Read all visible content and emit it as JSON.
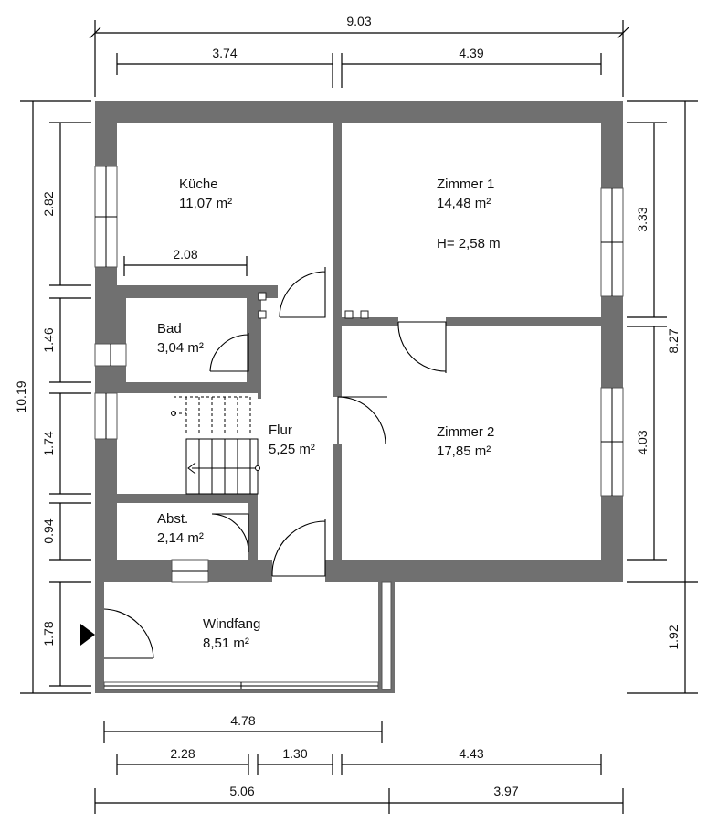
{
  "dimensions": {
    "top_total": "9.03",
    "top_left": "3.74",
    "top_right": "4.39",
    "left_total": "10.19",
    "left_1": "2.82",
    "left_2": "1.46",
    "left_3": "1.74",
    "left_4": "0.94",
    "left_5": "1.78",
    "right_total": "8.27",
    "right_1": "3.33",
    "right_2": "4.03",
    "right_3": "1.92",
    "bottom_1": "4.78",
    "bottom_2a": "2.28",
    "bottom_2b": "1.30",
    "bottom_2c": "4.43",
    "bottom_3a": "5.06",
    "bottom_3b": "3.97",
    "kitchen_inner": "2.08"
  },
  "rooms": {
    "kueche": {
      "name": "Küche",
      "area": "11,07 m²"
    },
    "zimmer1": {
      "name": "Zimmer 1",
      "area": "14,48 m²",
      "height": "H= 2,58 m"
    },
    "bad": {
      "name": "Bad",
      "area": "3,04 m²"
    },
    "flur": {
      "name": "Flur",
      "area": "5,25 m²"
    },
    "zimmer2": {
      "name": "Zimmer 2",
      "area": "17,85 m²"
    },
    "abst": {
      "name": "Abst.",
      "area": "2,14 m²"
    },
    "windfang": {
      "name": "Windfang",
      "area": "8,51 m²"
    }
  }
}
